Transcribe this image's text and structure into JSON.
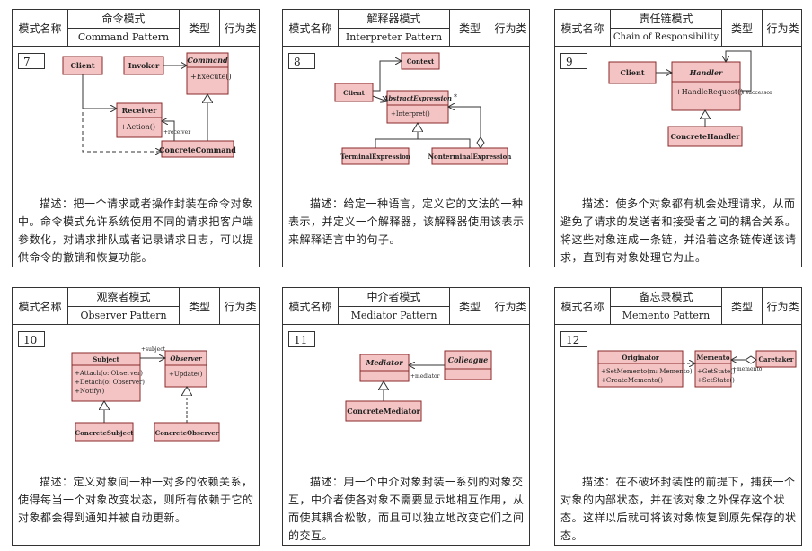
{
  "labels": {
    "mode_name": "模式名称",
    "type": "类型"
  },
  "cards": [
    {
      "cn": "命令模式",
      "en": "Command Pattern",
      "category": "行为类",
      "num": "7",
      "diagram": {
        "client": "Client",
        "invoker": "Invoker",
        "command": "Command",
        "execute": "+Execute()",
        "receiver": "Receiver",
        "action": "+Action()",
        "receiver_role": "+receiver",
        "concrete": "ConcreteCommand"
      },
      "desc": "描述：把一个请求或者操作封装在命令对象中。命令模式允许系统使用不同的请求把客户端参数化，对请求排队或者记录请求日志，可以提供命令的撤销和恢复功能。"
    },
    {
      "cn": "解释器模式",
      "en": "Interpreter Pattern",
      "category": "行为类",
      "num": "8",
      "diagram": {
        "context": "Context",
        "client": "Client",
        "abstract": "AbstractExpression",
        "interpret": "+Interpret()",
        "terminal": "TerminalExpression",
        "nonterminal": "NonterminalExpression",
        "mult": "*"
      },
      "desc": "描述：给定一种语言，定义它的文法的一种表示，并定义一个解释器，该解释器使用该表示来解释语言中的句子。"
    },
    {
      "cn": "责任链模式",
      "en": "Chain of Responsibility",
      "category": "行为类",
      "num": "9",
      "diagram": {
        "client": "Client",
        "handler": "Handler",
        "handle": "+HandleRequest()",
        "successor": "+successor",
        "concrete": "ConcreteHandler"
      },
      "desc": "描述：使多个对象都有机会处理请求，从而避免了请求的发送者和接受者之间的耦合关系。将这些对象连成一条链，并沿着这条链传递该请求，直到有对象处理它为止。"
    },
    {
      "cn": "观察者模式",
      "en": "Observer Pattern",
      "category": "行为类",
      "num": "10",
      "diagram": {
        "subject": "Subject",
        "attach": "+Attach(o: Observer)",
        "detach": "+Detach(o: Observer)",
        "notify": "+Notify()",
        "observer": "Observer",
        "update": "+Update()",
        "subject_role": "+subject",
        "concrete_subject": "ConcreteSubject",
        "concrete_observer": "ConcreteObserver"
      },
      "desc": "描述：定义对象间一种一对多的依赖关系，使得每当一个对象改变状态，则所有依赖于它的对象都会得到通知并被自动更新。"
    },
    {
      "cn": "中介者模式",
      "en": "Mediator Pattern",
      "category": "行为类",
      "num": "11",
      "diagram": {
        "mediator": "Mediator",
        "colleague": "Colleague",
        "mediator_role": "+mediator",
        "concrete": "ConcreteMediator"
      },
      "desc": "描述：用一个中介对象封装一系列的对象交互，中介者使各对象不需要显示地相互作用，从而使其耦合松散，而且可以独立地改变它们之间的交互。"
    },
    {
      "cn": "备忘录模式",
      "en": "Memento Pattern",
      "category": "行为类",
      "num": "12",
      "diagram": {
        "originator": "Originator",
        "set_memento": "+SetMemento(m: Memento)",
        "create_memento": "+CreateMemento()",
        "memento": "Memento",
        "get_state": "+GetState()",
        "set_state": "+SetState()",
        "caretaker": "Caretaker",
        "memento_role": "+memento"
      },
      "desc": "描述：在不破坏封装性的前提下，捕获一个对象的内部状态，并在该对象之外保存这个状态。这样以后就可将该对象恢复到原先保存的状态。"
    }
  ],
  "colors": {
    "box_fill": "#f4c4c4",
    "box_stroke": "#8a2a2a",
    "line": "#333333"
  }
}
